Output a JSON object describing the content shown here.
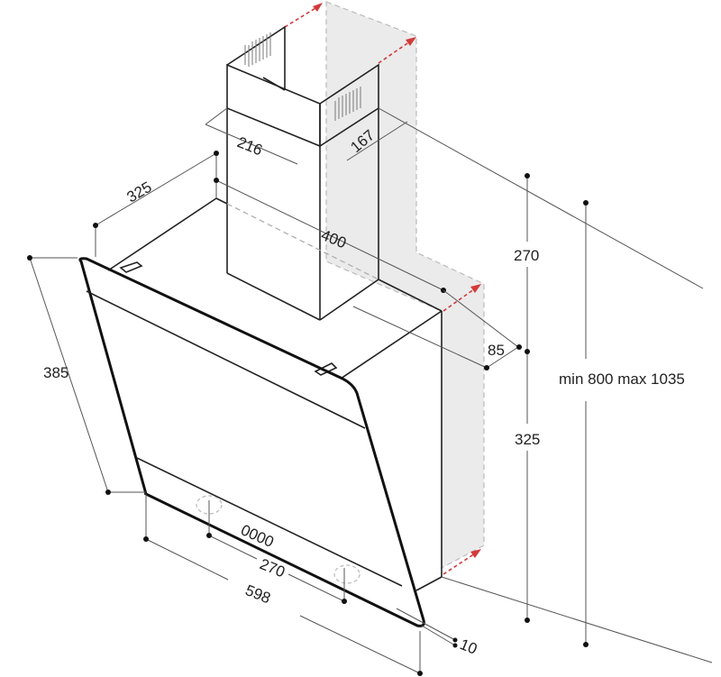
{
  "drawing": {
    "subject": "Angled chimney cooker hood — dimension drawing",
    "colors": {
      "line": "#222222",
      "dimension_line": "#555555",
      "wall_fill": "#ebebeb",
      "arrow": "#d23a3a"
    }
  },
  "dimensions": {
    "chimney_width": "216",
    "chimney_depth": "167",
    "hood_depth_top": "325",
    "chimney_to_front": "400",
    "wall_offset": "85",
    "chimney_height_upper": "270",
    "hood_height_lower": "325",
    "total_height": "min 800 max 1035",
    "front_panel_height": "385",
    "control_spacing": "270",
    "hood_width": "598",
    "glass_thickness": "10"
  },
  "panel": {
    "display_text": "0000"
  }
}
